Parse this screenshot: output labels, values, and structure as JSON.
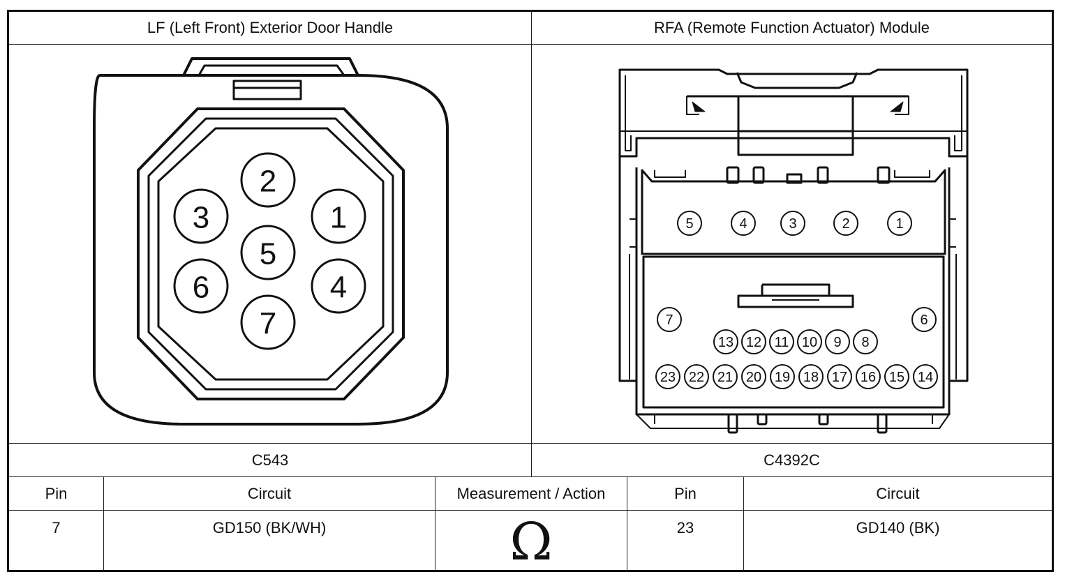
{
  "connectors": {
    "left": {
      "title": "LF (Left Front) Exterior Door Handle",
      "id": "C543",
      "pins": [
        "1",
        "2",
        "3",
        "4",
        "5",
        "6",
        "7"
      ]
    },
    "right": {
      "title": "RFA (Remote Function Actuator) Module",
      "id": "C4392C",
      "pins_top_row": [
        "5",
        "4",
        "3",
        "2",
        "1"
      ],
      "pins_side": [
        "7",
        "6"
      ],
      "pins_row_mid": [
        "13",
        "12",
        "11",
        "10",
        "9",
        "8"
      ],
      "pins_row_bottom": [
        "23",
        "22",
        "21",
        "20",
        "19",
        "18",
        "17",
        "16",
        "15",
        "14"
      ]
    }
  },
  "table": {
    "headers": {
      "pin_left": "Pin",
      "circuit_left": "Circuit",
      "measurement": "Measurement / Action",
      "pin_right": "Pin",
      "circuit_right": "Circuit"
    },
    "row": {
      "pin_left": "7",
      "circuit_left": "GD150 (BK/WH)",
      "measurement_symbol": "Ω",
      "pin_right": "23",
      "circuit_right": "GD140 (BK)"
    }
  }
}
